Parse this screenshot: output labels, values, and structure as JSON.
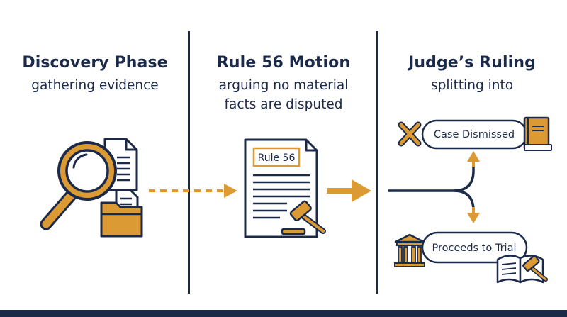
{
  "stages": [
    {
      "title": "Discovery Phase",
      "subtitle_lines": [
        "gathering evidence"
      ]
    },
    {
      "title": "Rule 56 Motion",
      "subtitle_lines": [
        "arguing no material",
        "facts are disputed"
      ],
      "document_label": "Rule 56"
    },
    {
      "title": "Judge’s Ruling",
      "subtitle_lines": [
        "splitting into"
      ],
      "outcomes": [
        {
          "label": "Case Dismissed"
        },
        {
          "label": "Proceeds to Trial"
        }
      ]
    }
  ],
  "colors": {
    "navy": "#1c2a4a",
    "accent": "#dc9a35",
    "accent_light": "#f0cd86",
    "background": "#ffffff"
  },
  "icons": {
    "stage1": [
      "magnifying-glass-icon",
      "document-icon",
      "folder-icon"
    ],
    "stage2": [
      "legal-document-icon",
      "gavel-icon"
    ],
    "stage3": [
      "x-mark-icon",
      "law-book-icon",
      "courthouse-icon",
      "open-book-icon",
      "gavel-icon"
    ]
  }
}
